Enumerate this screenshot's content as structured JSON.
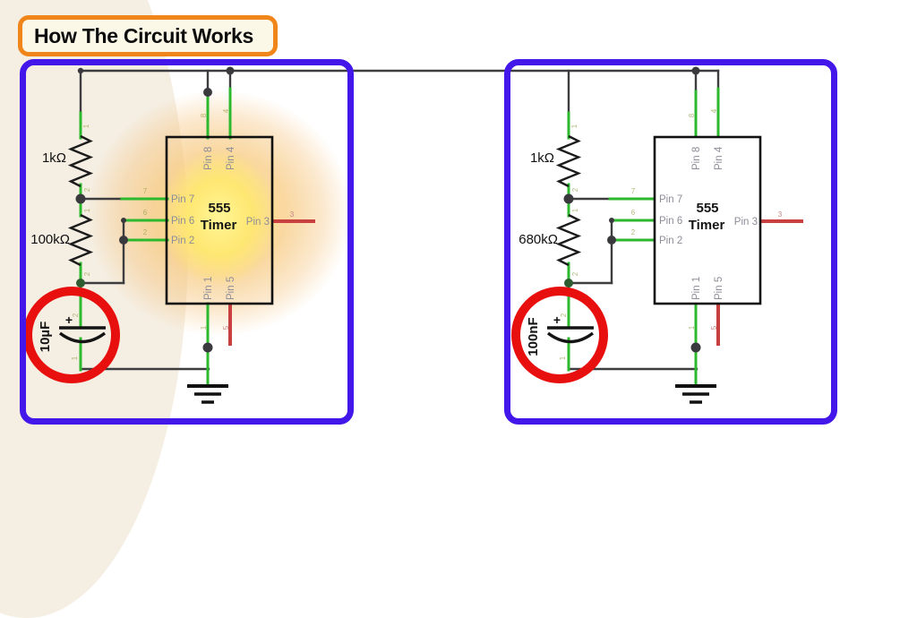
{
  "title": "How The Circuit Works",
  "colors": {
    "panel_border": "#4317ea",
    "title_border": "#f08519",
    "title_bg": "#fcf8e7",
    "wire_dark": "#3d3d40",
    "wire_green": "#2db92d",
    "wire_red": "#c94040",
    "highlight_circle": "#e80f0f",
    "glow_core": "#ffe76e",
    "glow_halo": "#f6c47c",
    "pin_label_gray": "#8d8d99"
  },
  "pin_labels": {
    "p1": "Pin 1",
    "p2": "Pin 2",
    "p3": "Pin 3",
    "p4": "Pin 4",
    "p5": "Pin 5",
    "p6": "Pin 6",
    "p7": "Pin 7",
    "p8": "Pin 8"
  },
  "wire_numbers": {
    "w1": "1",
    "w2": "2",
    "w3": "3",
    "w4": "4",
    "w5": "5",
    "w6": "6",
    "w7": "7",
    "w8": "8"
  },
  "capacitor_plus": "+",
  "circuits": [
    {
      "name": "left-astable",
      "r1": "1kΩ",
      "r2": "100kΩ",
      "cap": "10µF",
      "ic_line1": "555",
      "ic_line2": "Timer",
      "highlighted": true
    },
    {
      "name": "right-astable",
      "r1": "1kΩ",
      "r2": "680kΩ",
      "cap": "100nF",
      "ic_line1": "555",
      "ic_line2": "Timer",
      "highlighted": false
    }
  ]
}
